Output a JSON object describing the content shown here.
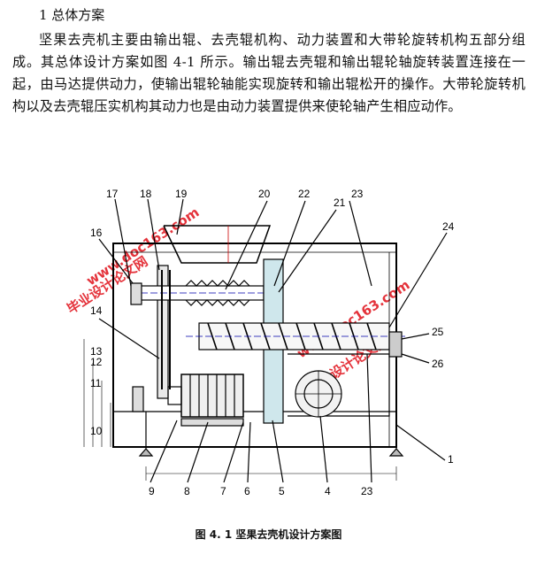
{
  "heading": "1 总体方案",
  "paragraph": "坚果去壳机主要由输出辊、去壳辊机构、动力装置和大带轮旋转机构五部分组成。其总体设计方案如图 4-1 所示。输出辊去壳辊和输出辊轮轴旋转装置连接在一起，由马达提供动力，使输出辊轮轴能实现旋转和输出辊松开的操作。大带轮旋转机构以及去壳辊压实机构其动力也是由动力装置提供来使轮轴产生相应动作。",
  "figure": {
    "caption": "图 4. 1 坚果去壳机设计方案图",
    "labels": [
      "17",
      "18",
      "19",
      "20",
      "22",
      "23",
      "21",
      "24",
      "16",
      "14",
      "25",
      "13",
      "12",
      "11",
      "26",
      "10",
      "1",
      "9",
      "8",
      "7",
      "6",
      "5",
      "4",
      "23"
    ],
    "watermarks": [
      "www.doc163.com",
      "毕业设计论文网"
    ]
  }
}
